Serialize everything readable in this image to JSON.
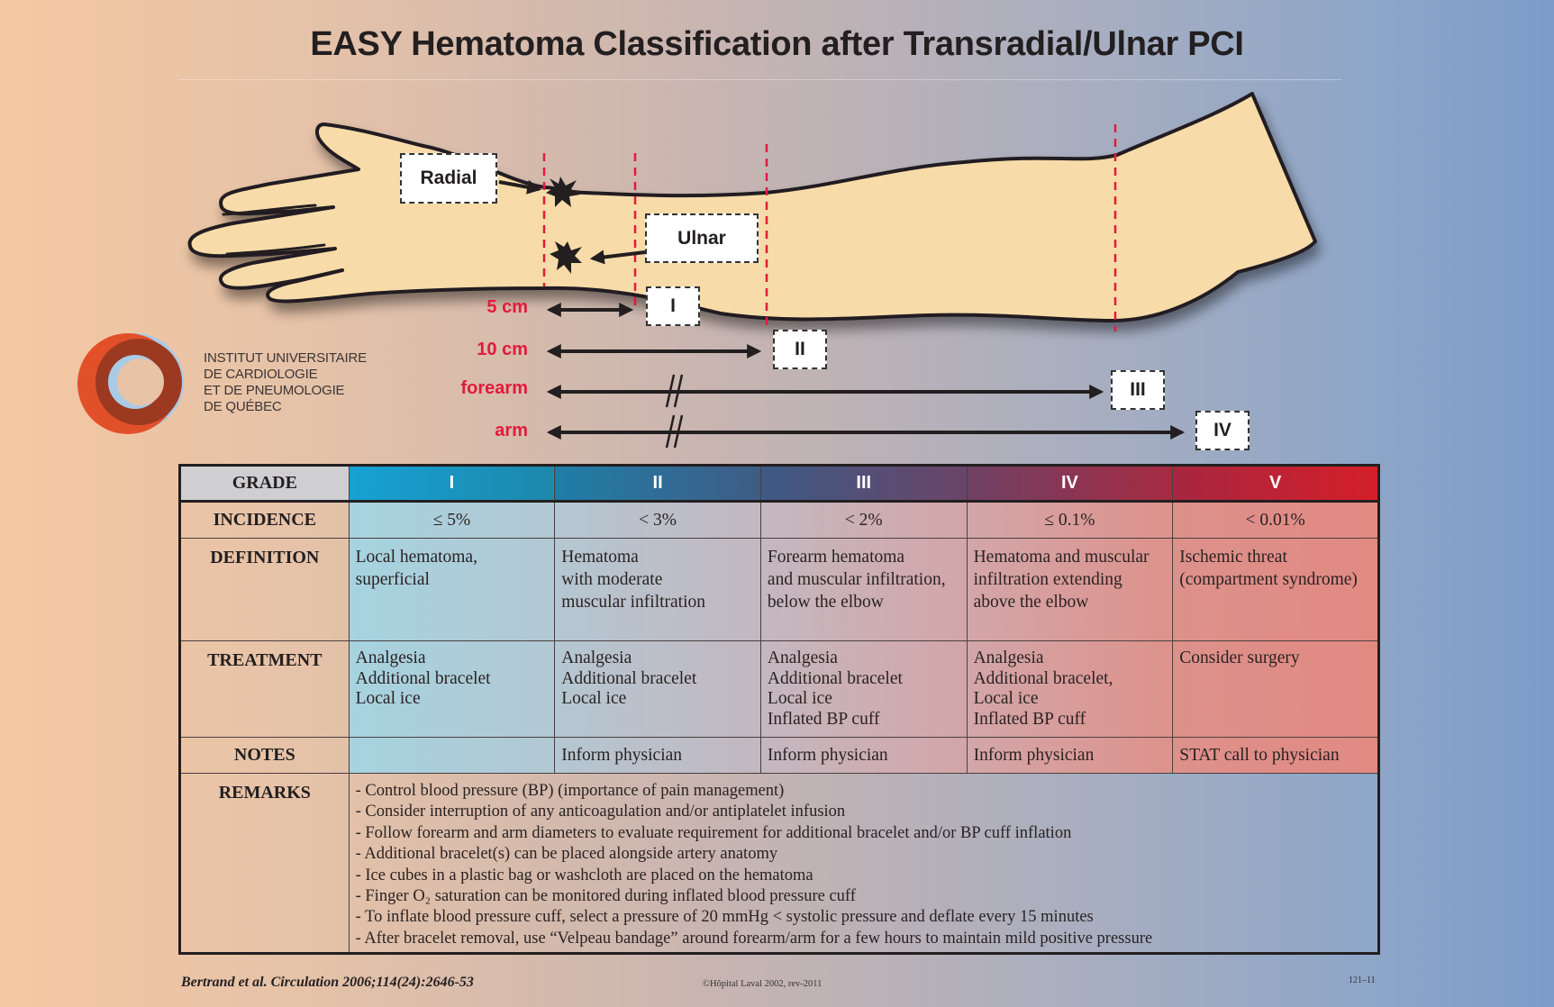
{
  "title": "EASY Hematoma Classification after Transradial/Ulnar PCI",
  "diagram": {
    "sites": [
      {
        "name": "radial",
        "label": "Radial",
        "icon": "hematoma-burst-icon"
      },
      {
        "name": "ulnar",
        "label": "Ulnar",
        "icon": "hematoma-burst-icon"
      }
    ],
    "distances": [
      {
        "label": "5 cm",
        "grade": "I",
        "broken": false
      },
      {
        "label": "10 cm",
        "grade": "II",
        "broken": false
      },
      {
        "label": "forearm",
        "grade": "III",
        "broken": true
      },
      {
        "label": "arm",
        "grade": "IV",
        "broken": true
      }
    ],
    "colors": {
      "skin": "#f7dba9",
      "dash": "#e21b3c",
      "outline": "#231f20"
    }
  },
  "institution": {
    "lines": [
      "INSTITUT UNIVERSITAIRE",
      "DE CARDIOLOGIE",
      "ET DE PNEUMOLOGIE",
      "DE QUÉBEC"
    ],
    "logo_icon": "iucpq-ring-logo",
    "colors": {
      "ring_orange": "#e2502a",
      "ring_dark": "#9b3a21",
      "ring_blue": "#a9cbe5"
    }
  },
  "table": {
    "row_headers": {
      "grade": "GRADE",
      "incidence": "INCIDENCE",
      "definition": "DEFINITION",
      "treatment": "TREATMENT",
      "notes": "NOTES",
      "remarks": "REMARKS"
    },
    "grades": [
      {
        "grade": "I",
        "incidence": "≤ 5%",
        "definition": [
          "Local hematoma,",
          "superficial"
        ],
        "treatment": [
          "Analgesia",
          "Additional bracelet",
          "Local ice"
        ],
        "notes": ""
      },
      {
        "grade": "II",
        "incidence": "< 3%",
        "definition": [
          "Hematoma",
          "with moderate",
          "muscular infiltration"
        ],
        "treatment": [
          "Analgesia",
          "Additional bracelet",
          "Local ice"
        ],
        "notes": "Inform physician"
      },
      {
        "grade": "III",
        "incidence": "< 2%",
        "definition": [
          "Forearm hematoma",
          "and muscular infiltration,",
          "below the elbow"
        ],
        "treatment": [
          "Analgesia",
          "Additional bracelet",
          "Local ice",
          "Inflated BP cuff"
        ],
        "notes": "Inform physician"
      },
      {
        "grade": "IV",
        "incidence": "≤ 0.1%",
        "definition": [
          "Hematoma and muscular",
          "infiltration extending",
          "above the elbow"
        ],
        "treatment": [
          "Analgesia",
          "Additional bracelet,",
          "Local ice",
          "Inflated BP cuff"
        ],
        "notes": "Inform physician"
      },
      {
        "grade": "V",
        "incidence": "< 0.01%",
        "definition": [
          "Ischemic threat",
          "(compartment syndrome)"
        ],
        "treatment": [
          "Consider surgery"
        ],
        "notes": "STAT call  to physician"
      }
    ],
    "remarks": [
      "- Control blood pressure (BP) (importance of pain management)",
      "- Consider interruption of any anticoagulation and/or antiplatelet infusion",
      "- Follow forearm and arm diameters to evaluate requirement for additional bracelet and/or BP cuff inflation",
      "- Additional bracelet(s) can be placed alongside artery anatomy",
      "- Ice cubes in a plastic bag or washcloth are placed on the hematoma",
      "- Finger O₂ saturation can be monitored during inflated blood pressure cuff",
      "- To inflate blood pressure cuff, select a pressure of 20 mmHg < systolic pressure and deflate every 15 minutes",
      "- After bracelet removal, use “Velpeau bandage” around forearm/arm for a few hours to maintain mild positive pressure"
    ]
  },
  "footer": {
    "reference": "Bertrand et al. Circulation 2006;114(24):2646-53",
    "copyright": "©Hôpital Laval 2002, rev-2011",
    "code": "121–11"
  }
}
